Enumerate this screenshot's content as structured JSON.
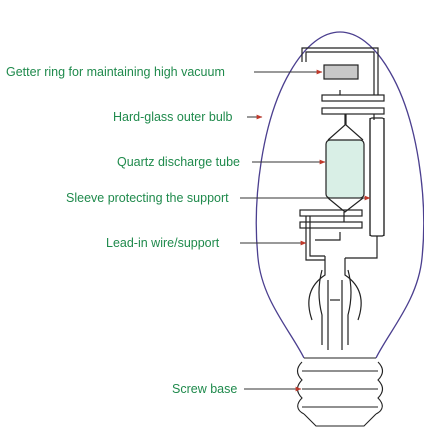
{
  "colors": {
    "label_text": "#1f8a4c",
    "leader_line": "#333333",
    "arrow_head": "#c0392b",
    "bulb_outline": "#4b3f8f",
    "parts": "#222222",
    "tube_fill": "#d9efe6",
    "getter_fill": "#c8c8c8"
  },
  "labels": {
    "getter_ring": "Getter ring for maintaining high vacuum",
    "outer_bulb": "Hard-glass outer bulb",
    "discharge_tube": "Quartz discharge tube",
    "support_sleeve": "Sleeve protecting the support",
    "lead_in_wire": "Lead-in wire/support",
    "screw_base": "Screw base"
  }
}
